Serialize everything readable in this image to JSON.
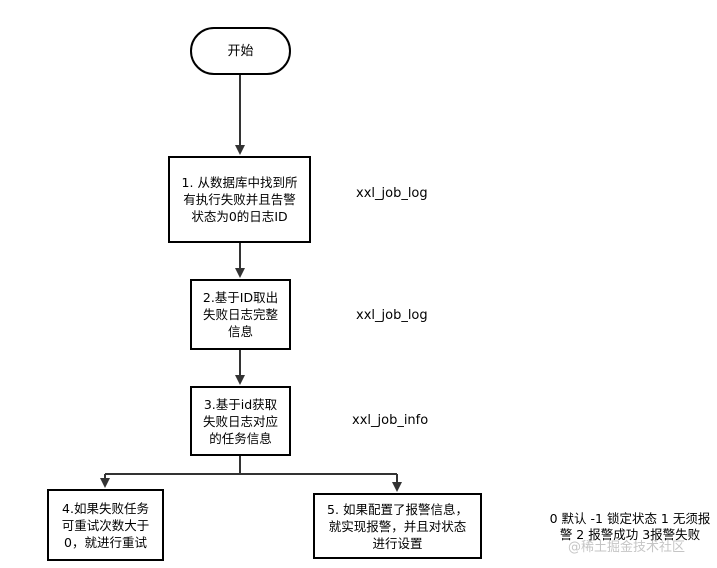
{
  "nodes": {
    "start": "开始",
    "step1": "1. 从数据库中找到所\n有执行失败并且告警\n状态为0的日志ID",
    "step2": "2.基于ID取出\n失败日志完整\n信息",
    "step3": "3.基于id获取\n失败日志对应\n的任务信息",
    "step4": "4.如果失败任务\n可重试次数大于\n0，就进行重试",
    "step5": "5. 如果配置了报警信息，\n就实现报警，并且对状态\n进行设置"
  },
  "tables": {
    "t1": "xxl_job_log",
    "t2": "xxl_job_log",
    "t3": "xxl_job_info"
  },
  "note": "0 默认 -1 锁定状态 1 无须报\n警 2 报警成功 3报警失败",
  "watermark": "@稀土掘金技术社区",
  "colors": {
    "stroke": "#000000",
    "background": "#ffffff",
    "watermark": "#969696"
  }
}
